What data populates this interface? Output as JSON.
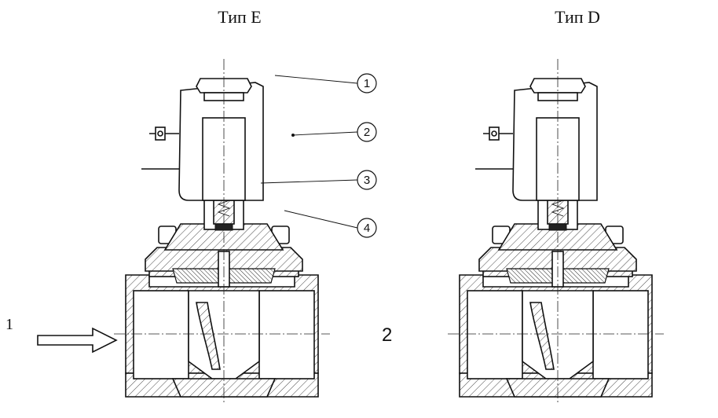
{
  "valve_left": {
    "title": "Тип E"
  },
  "valve_right": {
    "title": "Тип D"
  },
  "callouts": [
    "1",
    "2",
    "3",
    "4"
  ],
  "ports": {
    "inlet": "1",
    "outlet": "2"
  }
}
